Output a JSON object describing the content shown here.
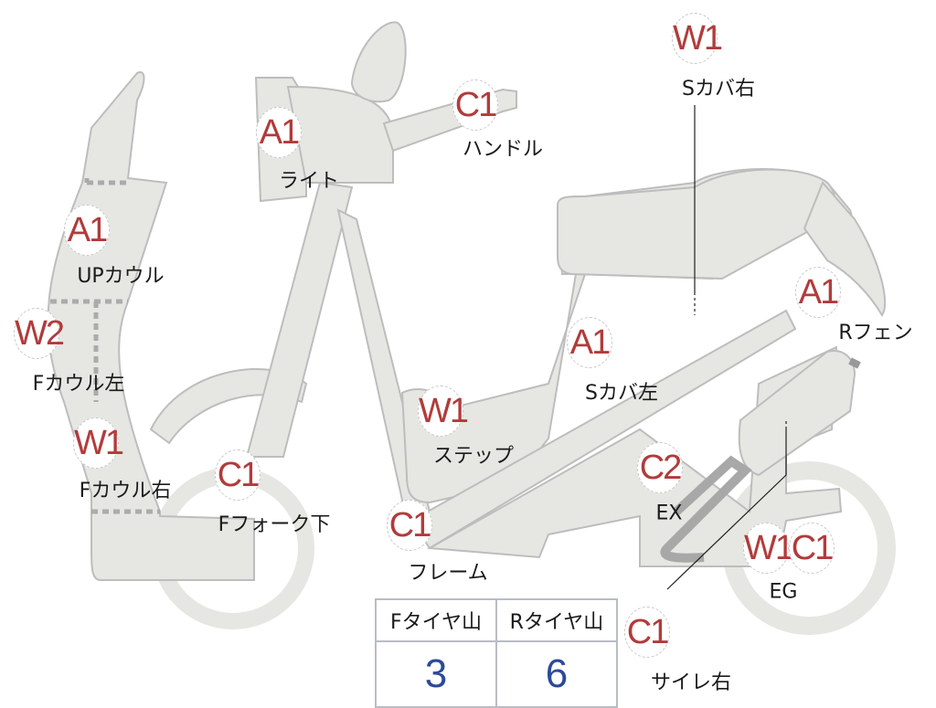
{
  "colors": {
    "grade": "#b23b3b",
    "body": "#e6e6e3",
    "outline": "#bdbdbd",
    "tire_value": "#2b4a9a"
  },
  "parts": [
    {
      "grade": "A1",
      "label": "ライト"
    },
    {
      "grade": "C1",
      "label": "ハンドル"
    },
    {
      "grade": "W1",
      "label": "Sカバ右"
    },
    {
      "grade": "A1",
      "label": "UPカウル"
    },
    {
      "grade": "W2",
      "label": "Fカウル左"
    },
    {
      "grade": "W1",
      "label": "Fカウル右"
    },
    {
      "grade": "C1",
      "label": "Fフォーク下"
    },
    {
      "grade": "W1",
      "label": "ステップ"
    },
    {
      "grade": "A1",
      "label": "Sカバ左"
    },
    {
      "grade": "A1",
      "label": "Rフェン"
    },
    {
      "grade": "C2",
      "label": "EX"
    },
    {
      "grade": "C1",
      "label": "フレーム"
    },
    {
      "grade": "W1",
      "label": "EG"
    },
    {
      "grade": "C1",
      "label": "EG"
    },
    {
      "grade": "C1",
      "label": "サイレ右"
    }
  ],
  "tires": {
    "front_label": "Fタイヤ山",
    "front_value": "3",
    "rear_label": "Rタイヤ山",
    "rear_value": "6"
  }
}
